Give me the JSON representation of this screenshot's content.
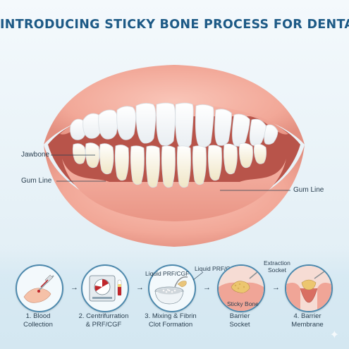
{
  "title": "INTRODUCING STICKY BONE PROCESS FOR DENTAL",
  "labels": {
    "jawbone": "Jawbone",
    "gum_line_left": "Gum Line",
    "gum_line_right": "Gum Line"
  },
  "steps": [
    {
      "caption_line1": "1. Blood",
      "caption_line2": "Collection"
    },
    {
      "caption_line1": "2. Centrifurration",
      "caption_line2": "& PRF/CGF"
    },
    {
      "caption_line1": "3. Mixing & Fibrin",
      "caption_line2": "Clot Formation",
      "label_a": "Liquid PRF/CGF",
      "label_b": "Liquid PRF/CGF"
    },
    {
      "caption_line1": "Barrier",
      "caption_line2": "Socket",
      "inner_label": "Sticky Bone"
    },
    {
      "caption_line1": "4. Barrier",
      "caption_line2": "Membrane",
      "label_a": "Extraction",
      "label_b": "Socket"
    }
  ],
  "arrow_glyph": "→",
  "colors": {
    "title": "#1d5a86",
    "gum": "#f2a99c",
    "lip": "#f4b5a7",
    "tooth": "#ffffff",
    "circle_border": "#4d89ad"
  }
}
